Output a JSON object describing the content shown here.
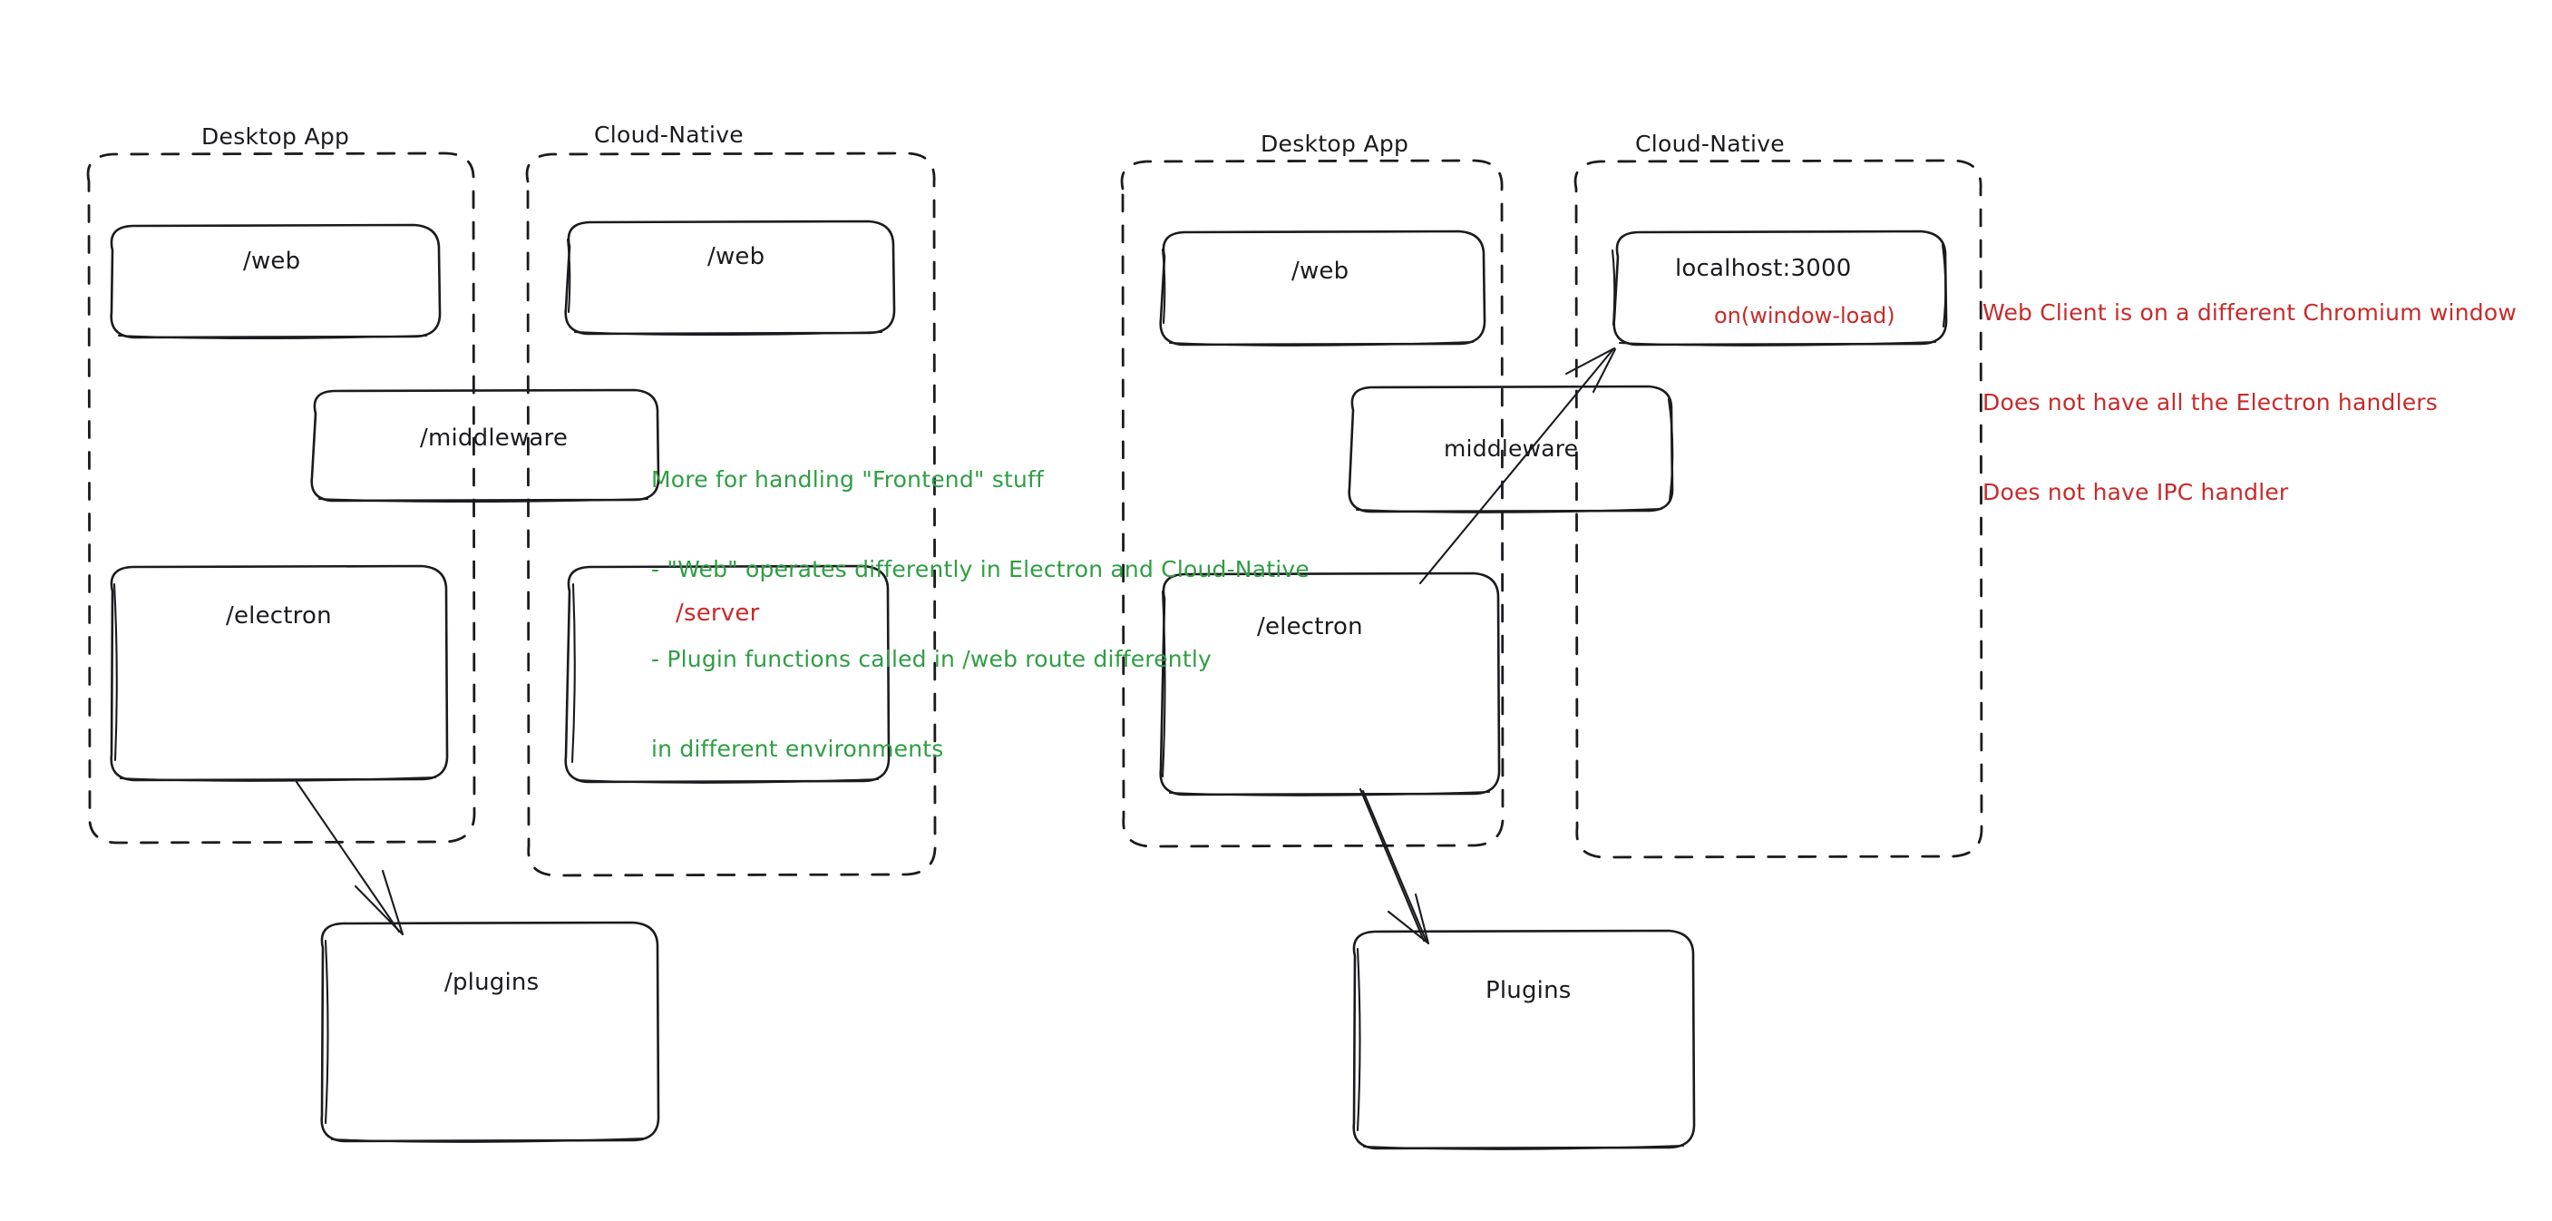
{
  "diagram": {
    "title_hidden": "",
    "colors": {
      "ink": "#1b1b1f",
      "green": "#2f9e44",
      "red": "#c92a2a",
      "background": "#ffffff"
    },
    "left_half": {
      "groups": [
        {
          "id": "left-desktop-app",
          "label": "Desktop App"
        },
        {
          "id": "left-cloud-native",
          "label": "Cloud-Native"
        }
      ],
      "nodes": [
        {
          "id": "left-desktop-web",
          "label": "/web",
          "color": "ink"
        },
        {
          "id": "left-cloud-web",
          "label": "/web",
          "color": "ink"
        },
        {
          "id": "left-middleware",
          "label": "/middleware",
          "color": "ink"
        },
        {
          "id": "left-electron",
          "label": "/electron",
          "color": "ink"
        },
        {
          "id": "left-server",
          "label": "/server",
          "color": "red"
        },
        {
          "id": "left-plugins",
          "label": "/plugins",
          "color": "ink"
        }
      ],
      "note_green": [
        "More for handling \"Frontend\" stuff",
        "- \"Web\" operates differently in Electron and Cloud-Native",
        "- Plugin functions called in /web route differently",
        "in different environments"
      ],
      "edges": [
        {
          "id": "left-electron-to-plugins",
          "from": "/electron",
          "to": "/plugins",
          "arrow": true
        }
      ]
    },
    "right_half": {
      "groups": [
        {
          "id": "right-desktop-app",
          "label": "Desktop App"
        },
        {
          "id": "right-cloud-native",
          "label": "Cloud-Native"
        }
      ],
      "nodes": [
        {
          "id": "right-desktop-web",
          "label": "/web",
          "color": "ink"
        },
        {
          "id": "right-localhost",
          "label": "localhost:3000",
          "sublabel": "on(window-load)",
          "color": "ink",
          "sublabel_color": "red"
        },
        {
          "id": "right-middleware",
          "label": "middleware",
          "color": "ink"
        },
        {
          "id": "right-electron",
          "label": "/electron",
          "color": "ink"
        },
        {
          "id": "right-plugins",
          "label": "Plugins",
          "color": "ink"
        }
      ],
      "note_red": [
        "Web Client is on a different Chromium window",
        "Does not have all the Electron handlers",
        "Does not have IPC handler"
      ],
      "edges": [
        {
          "id": "right-electron-to-localhost",
          "from": "/electron",
          "to": "localhost:3000",
          "arrow": true
        },
        {
          "id": "right-electron-to-plugins",
          "from": "/electron",
          "to": "Plugins",
          "arrow": true
        }
      ]
    }
  }
}
